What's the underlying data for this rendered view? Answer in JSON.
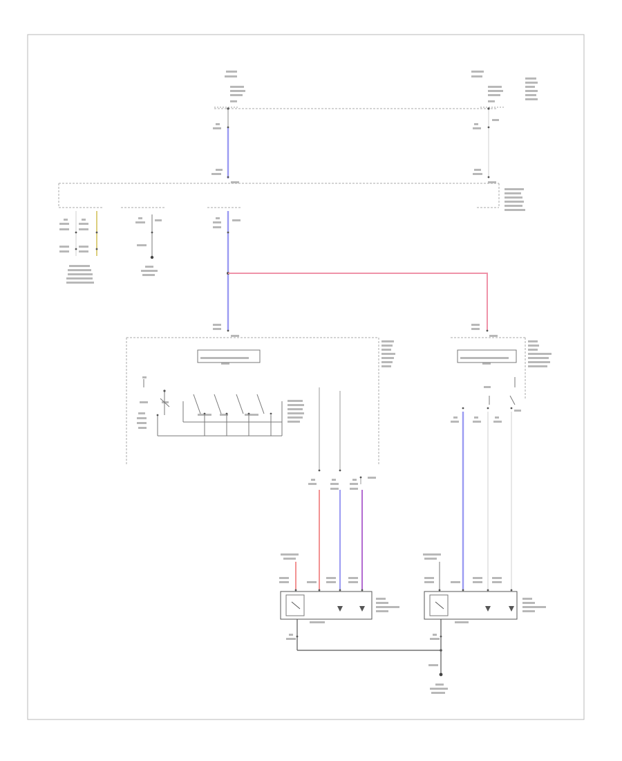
{
  "diagram": {
    "code": "",
    "border": true
  },
  "colors": {
    "line": "#a0a0a0",
    "dark": "#555555",
    "blue_wire": "#9a9af2",
    "pink_wire": "#ef92a8",
    "red_wire": "#ee7777",
    "purple_wire": "#b26ad0",
    "yellow_wire": "#d8c870",
    "text": "#777777"
  },
  "wires": [
    {
      "name": "wire-main-feed",
      "color": "blue_wire"
    },
    {
      "name": "wire-junction-to-left-switch",
      "color": "blue_wire"
    },
    {
      "name": "wire-branch-to-right-switch",
      "color": "pink_wire"
    },
    {
      "name": "wire-left-mirror-red",
      "color": "red_wire"
    },
    {
      "name": "wire-left-mirror-blue",
      "color": "blue_wire"
    },
    {
      "name": "wire-left-mirror-purple",
      "color": "purple_wire"
    },
    {
      "name": "wire-right-mirror-blue",
      "color": "blue_wire"
    },
    {
      "name": "wire-left-mirror-feed-red",
      "color": "red_wire"
    },
    {
      "name": "wire-connector-yellow",
      "color": "yellow_wire"
    }
  ]
}
